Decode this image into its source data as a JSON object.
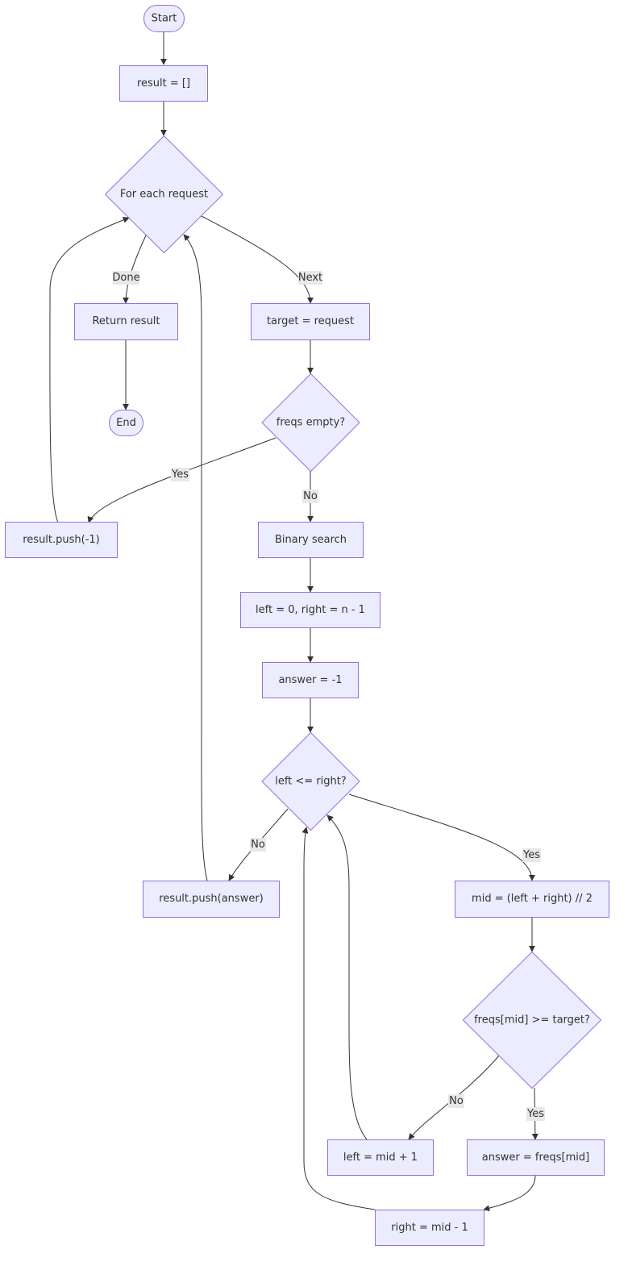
{
  "nodes": {
    "start": "Start",
    "result_init": "result = []",
    "for_each": "For each request",
    "return_result": "Return result",
    "end": "End",
    "target": "target = request",
    "freqs_empty": "freqs empty?",
    "push_neg": "result.push(-1)",
    "binary_search": "Binary search",
    "init_bounds": "left = 0, right = n - 1",
    "answer_init": "answer = -1",
    "loop_cond": "left <= right?",
    "push_answer": "result.push(answer)",
    "mid": "mid = (left + right) // 2",
    "compare": "freqs[mid] >= target?",
    "left_update": "left = mid + 1",
    "answer_update": "answer = freqs[mid]",
    "right_update": "right = mid - 1"
  },
  "edge_labels": {
    "done": "Done",
    "next": "Next",
    "yes_empty": "Yes",
    "no_empty": "No",
    "no_loop": "No",
    "yes_loop": "Yes",
    "no_compare": "No",
    "yes_compare": "Yes"
  },
  "colors": {
    "node_fill": "#ECECFF",
    "node_stroke": "#9370DB",
    "edge": "#333333",
    "edge_label_bg": "#e8e8e8"
  }
}
